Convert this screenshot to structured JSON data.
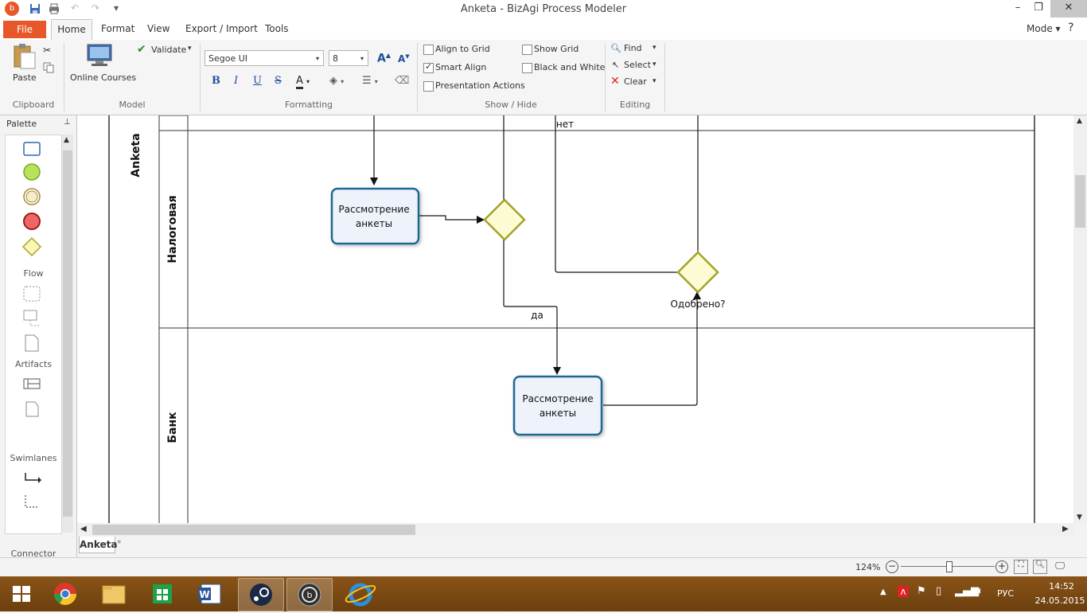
{
  "window": {
    "title": "Anketa - BizAgi Process Modeler"
  },
  "tabs": {
    "file": "File",
    "home": "Home",
    "format": "Format",
    "view": "View",
    "export_import": "Export / Import",
    "tools": "Tools",
    "mode": "Mode"
  },
  "ribbon": {
    "clipboard": {
      "paste": "Paste",
      "group": "Clipboard"
    },
    "model": {
      "online_courses": "Online Courses",
      "validate": "Validate",
      "group": "Model"
    },
    "formatting": {
      "font": "Segoe UI",
      "size": "8",
      "bold": "B",
      "italic": "I",
      "underline": "U",
      "strike": "S",
      "fontcolor": "A",
      "group": "Formatting"
    },
    "show_hide": {
      "align_grid": "Align to Grid",
      "smart_align": "Smart Align",
      "presentation": "Presentation Actions",
      "show_grid": "Show Grid",
      "bw": "Black and White",
      "group": "Show / Hide",
      "align_grid_checked": false,
      "smart_align_checked": true,
      "presentation_checked": false,
      "show_grid_checked": false,
      "bw_checked": false
    },
    "editing": {
      "find": "Find",
      "select": "Select",
      "clear": "Clear",
      "group": "Editing"
    }
  },
  "palette": {
    "title": "Palette",
    "flow": "Flow",
    "artifacts": "Artifacts",
    "swimlanes": "Swimlanes",
    "connector": "Connector"
  },
  "diagram": {
    "pool": "Anketa",
    "lanes": [
      "Налоговая",
      "Банк"
    ],
    "task1": [
      "Рассмотрение",
      "анкеты"
    ],
    "task2": [
      "Рассмотрение",
      "анкеты"
    ],
    "gateway_label": "Одобрено?",
    "flow_no": "нет",
    "flow_yes": "да"
  },
  "doc_tabs": {
    "active": "Anketa",
    "new": "*"
  },
  "status": {
    "zoom": "124%"
  },
  "taskbar": {
    "lang": "РУС",
    "time": "14:52",
    "date": "24.05.2015"
  }
}
